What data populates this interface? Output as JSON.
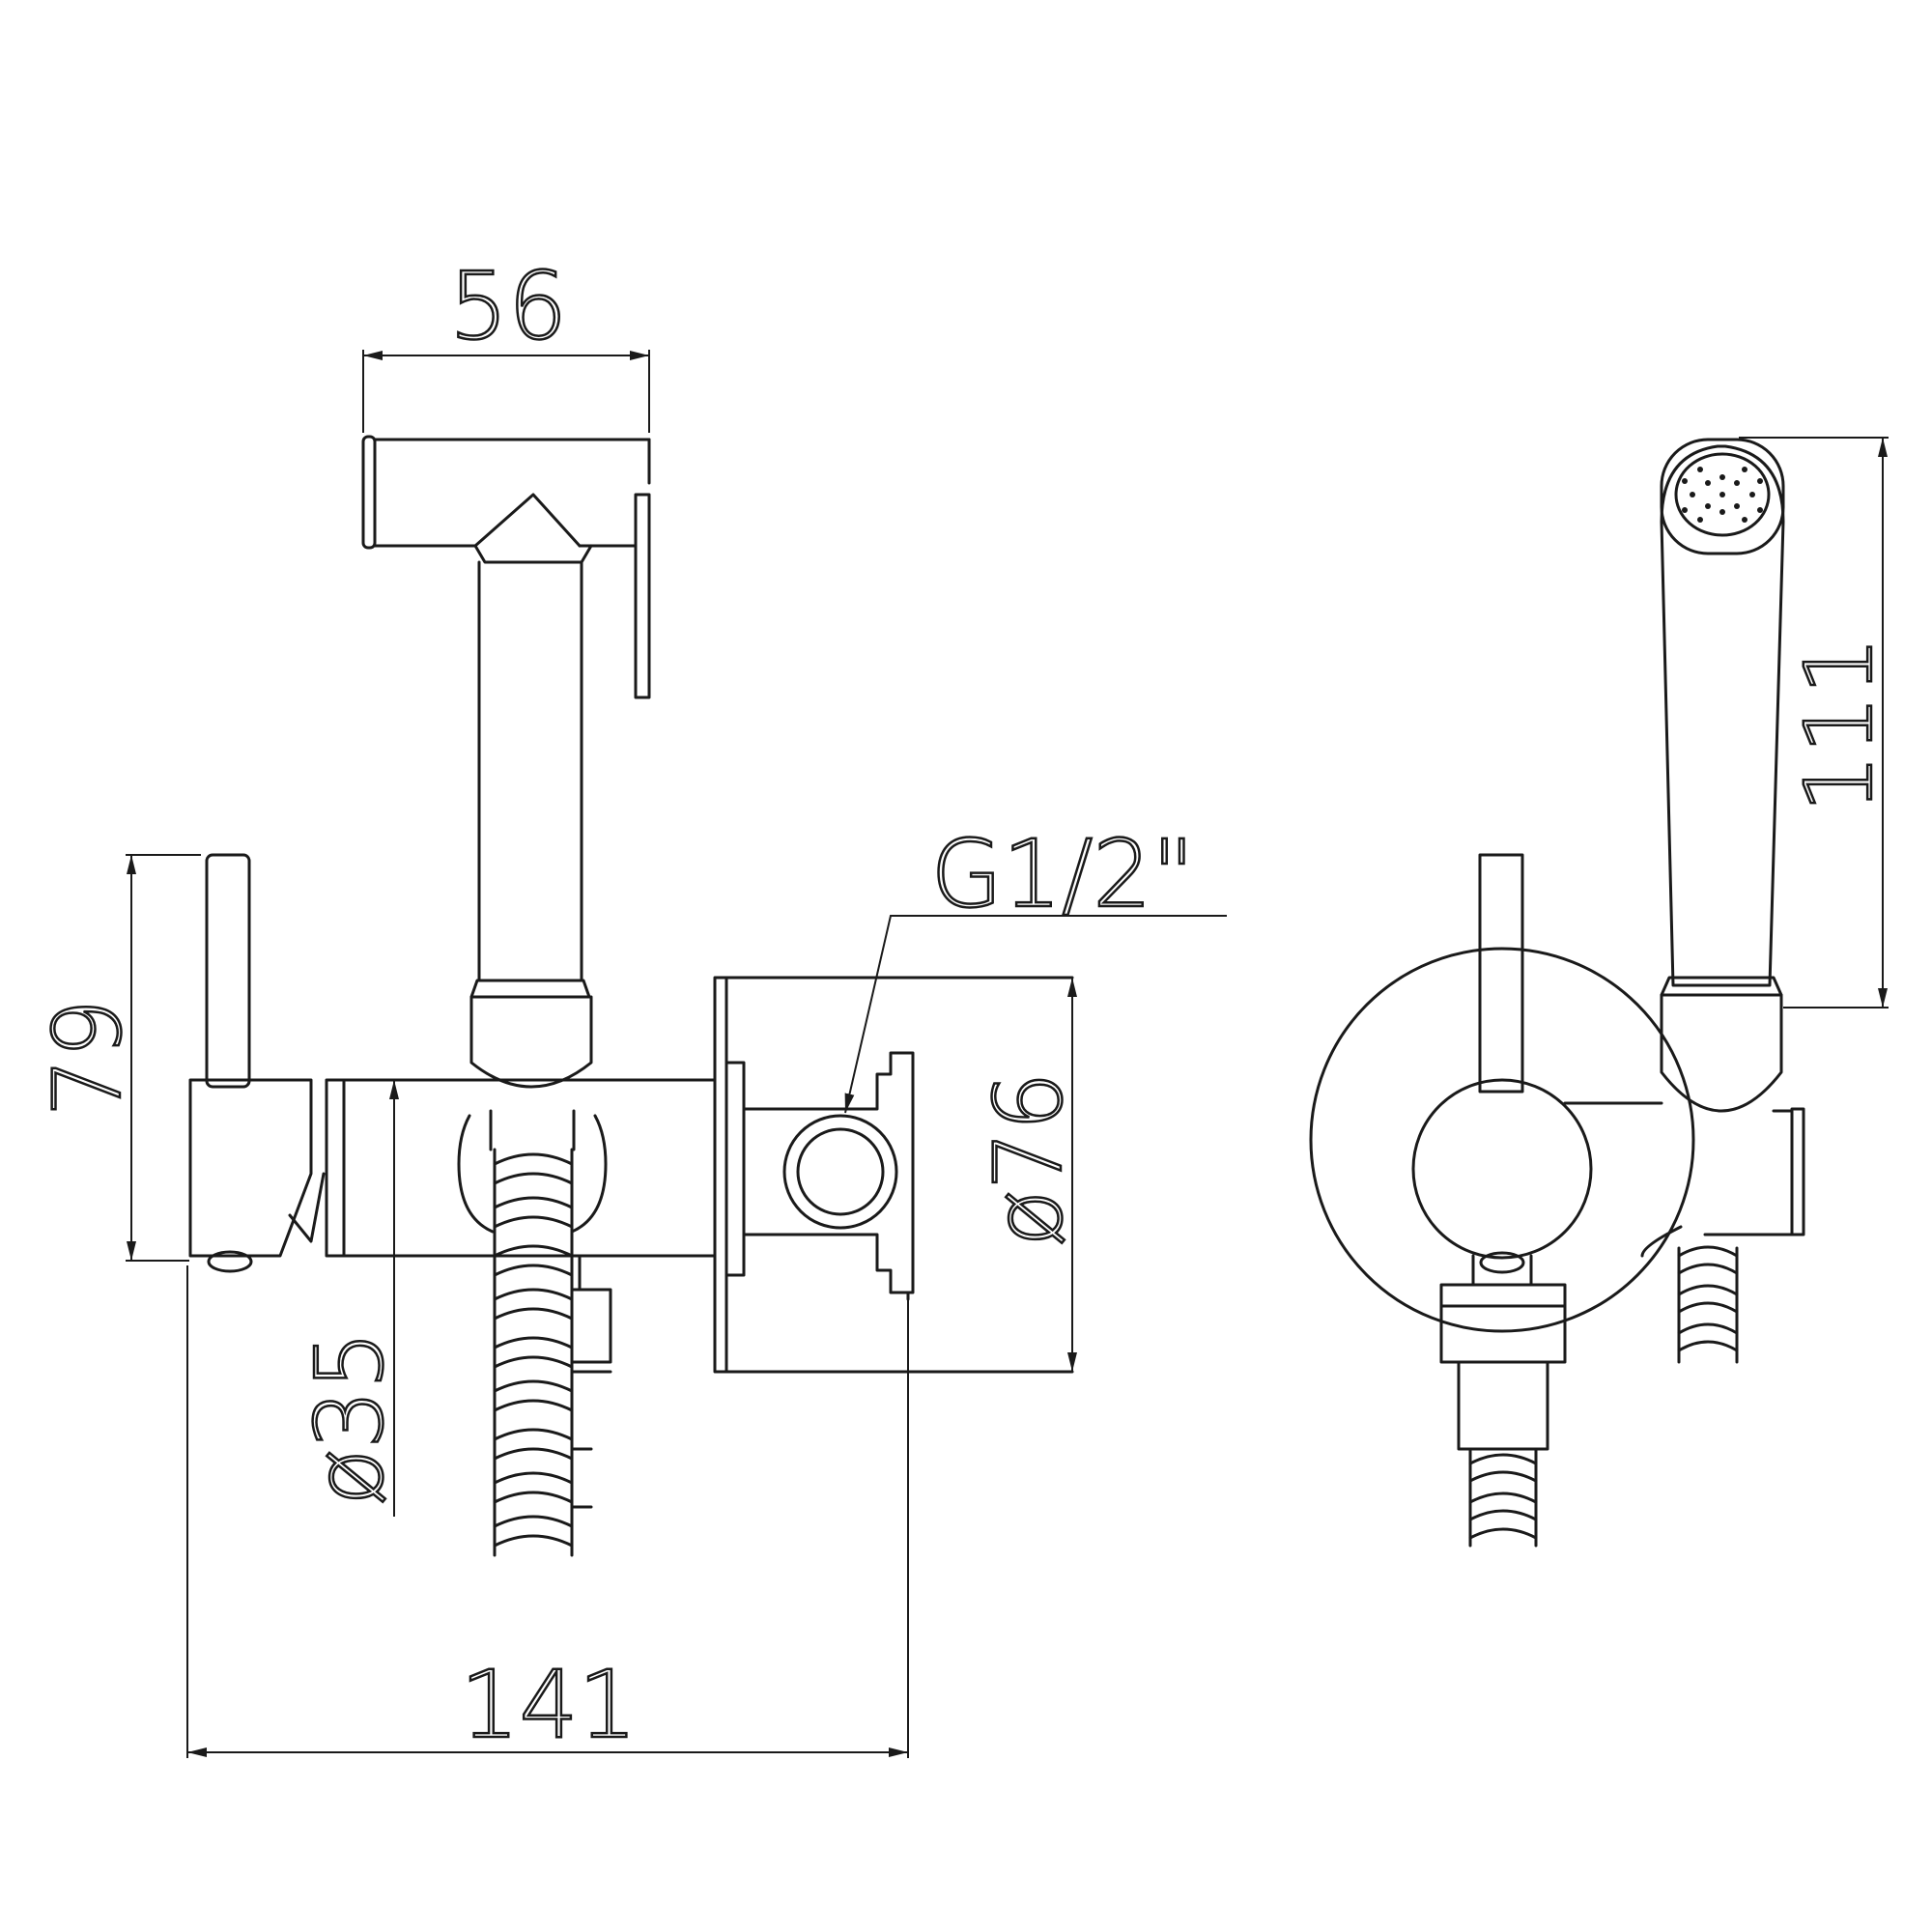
{
  "drawing": {
    "dimensions": {
      "width_head": "56",
      "height_lever": "79",
      "dia_body": "ø35",
      "dia_plate": "ø76",
      "thread": "G1/2\"",
      "total_length": "141",
      "head_height": "111"
    }
  }
}
